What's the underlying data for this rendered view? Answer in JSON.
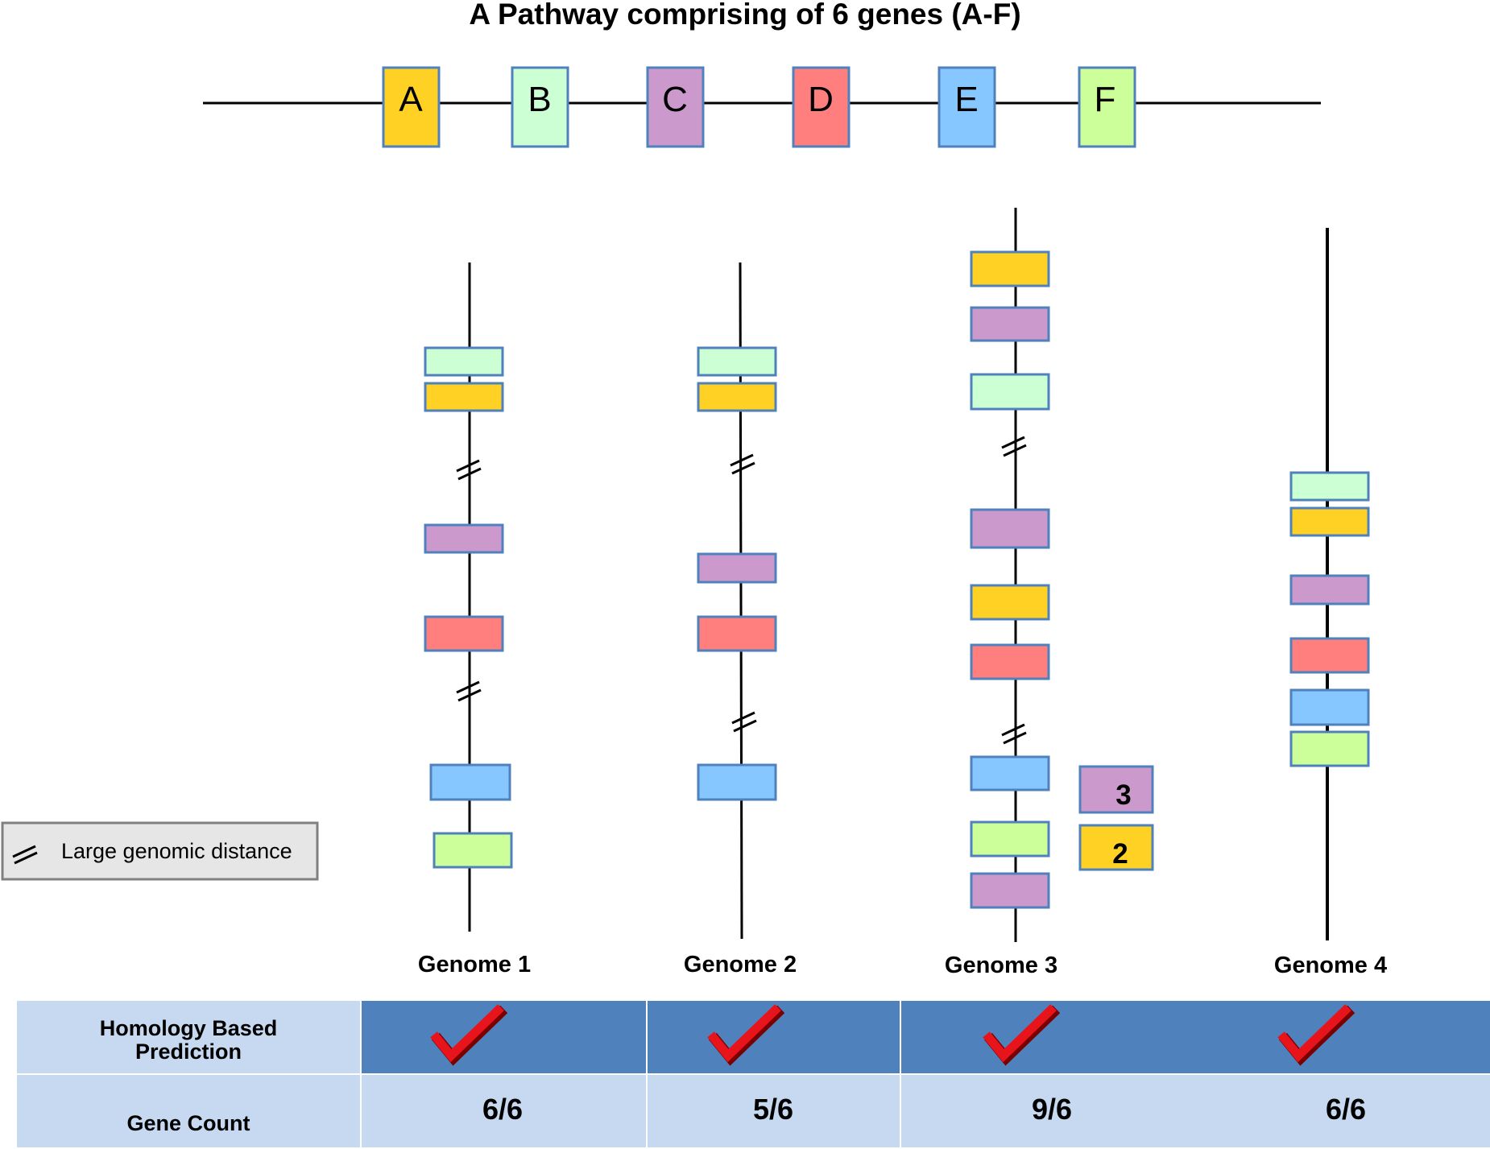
{
  "title": "A Pathway comprising of 6 genes (A-F)",
  "colors": {
    "A": "#FFD124",
    "B": "#CCFFD4",
    "C": "#CC99CC",
    "D": "#FF7F7F",
    "E": "#87C7FF",
    "F": "#CCFF99",
    "box_border": "#4F81BD",
    "table_dark": "#4F81BD",
    "table_light": "#C6D9F1",
    "check": "#E8141B"
  },
  "pathway": {
    "genes": [
      "A",
      "B",
      "C",
      "D",
      "E",
      "F"
    ]
  },
  "genomes": [
    {
      "label": "Genome 1",
      "gene_order": [
        "B",
        "A",
        "C",
        "D",
        "E",
        "F"
      ],
      "prediction": "check",
      "gene_count": "6/6"
    },
    {
      "label": "Genome 2",
      "gene_order": [
        "B",
        "A",
        "C",
        "D",
        "E"
      ],
      "prediction": "check",
      "gene_count": "5/6"
    },
    {
      "label": "Genome 3",
      "gene_order": [
        "A",
        "C",
        "B",
        "C",
        "A",
        "D",
        "E",
        "F",
        "C"
      ],
      "prediction": "check",
      "gene_count": "9/6",
      "copy_counts": [
        {
          "gene": "C",
          "count": "3"
        },
        {
          "gene": "A",
          "count": "2"
        }
      ]
    },
    {
      "label": "Genome 4",
      "gene_order": [
        "B",
        "A",
        "C",
        "D",
        "E",
        "F"
      ],
      "prediction": "check",
      "gene_count": "6/6"
    }
  ],
  "legend": {
    "label": "Large genomic distance",
    "icon": "double-slash-break-icon"
  },
  "table": {
    "row1_label_line1": "Homology  Based",
    "row1_label_line2": "Prediction",
    "row2_label": "Gene Count"
  }
}
